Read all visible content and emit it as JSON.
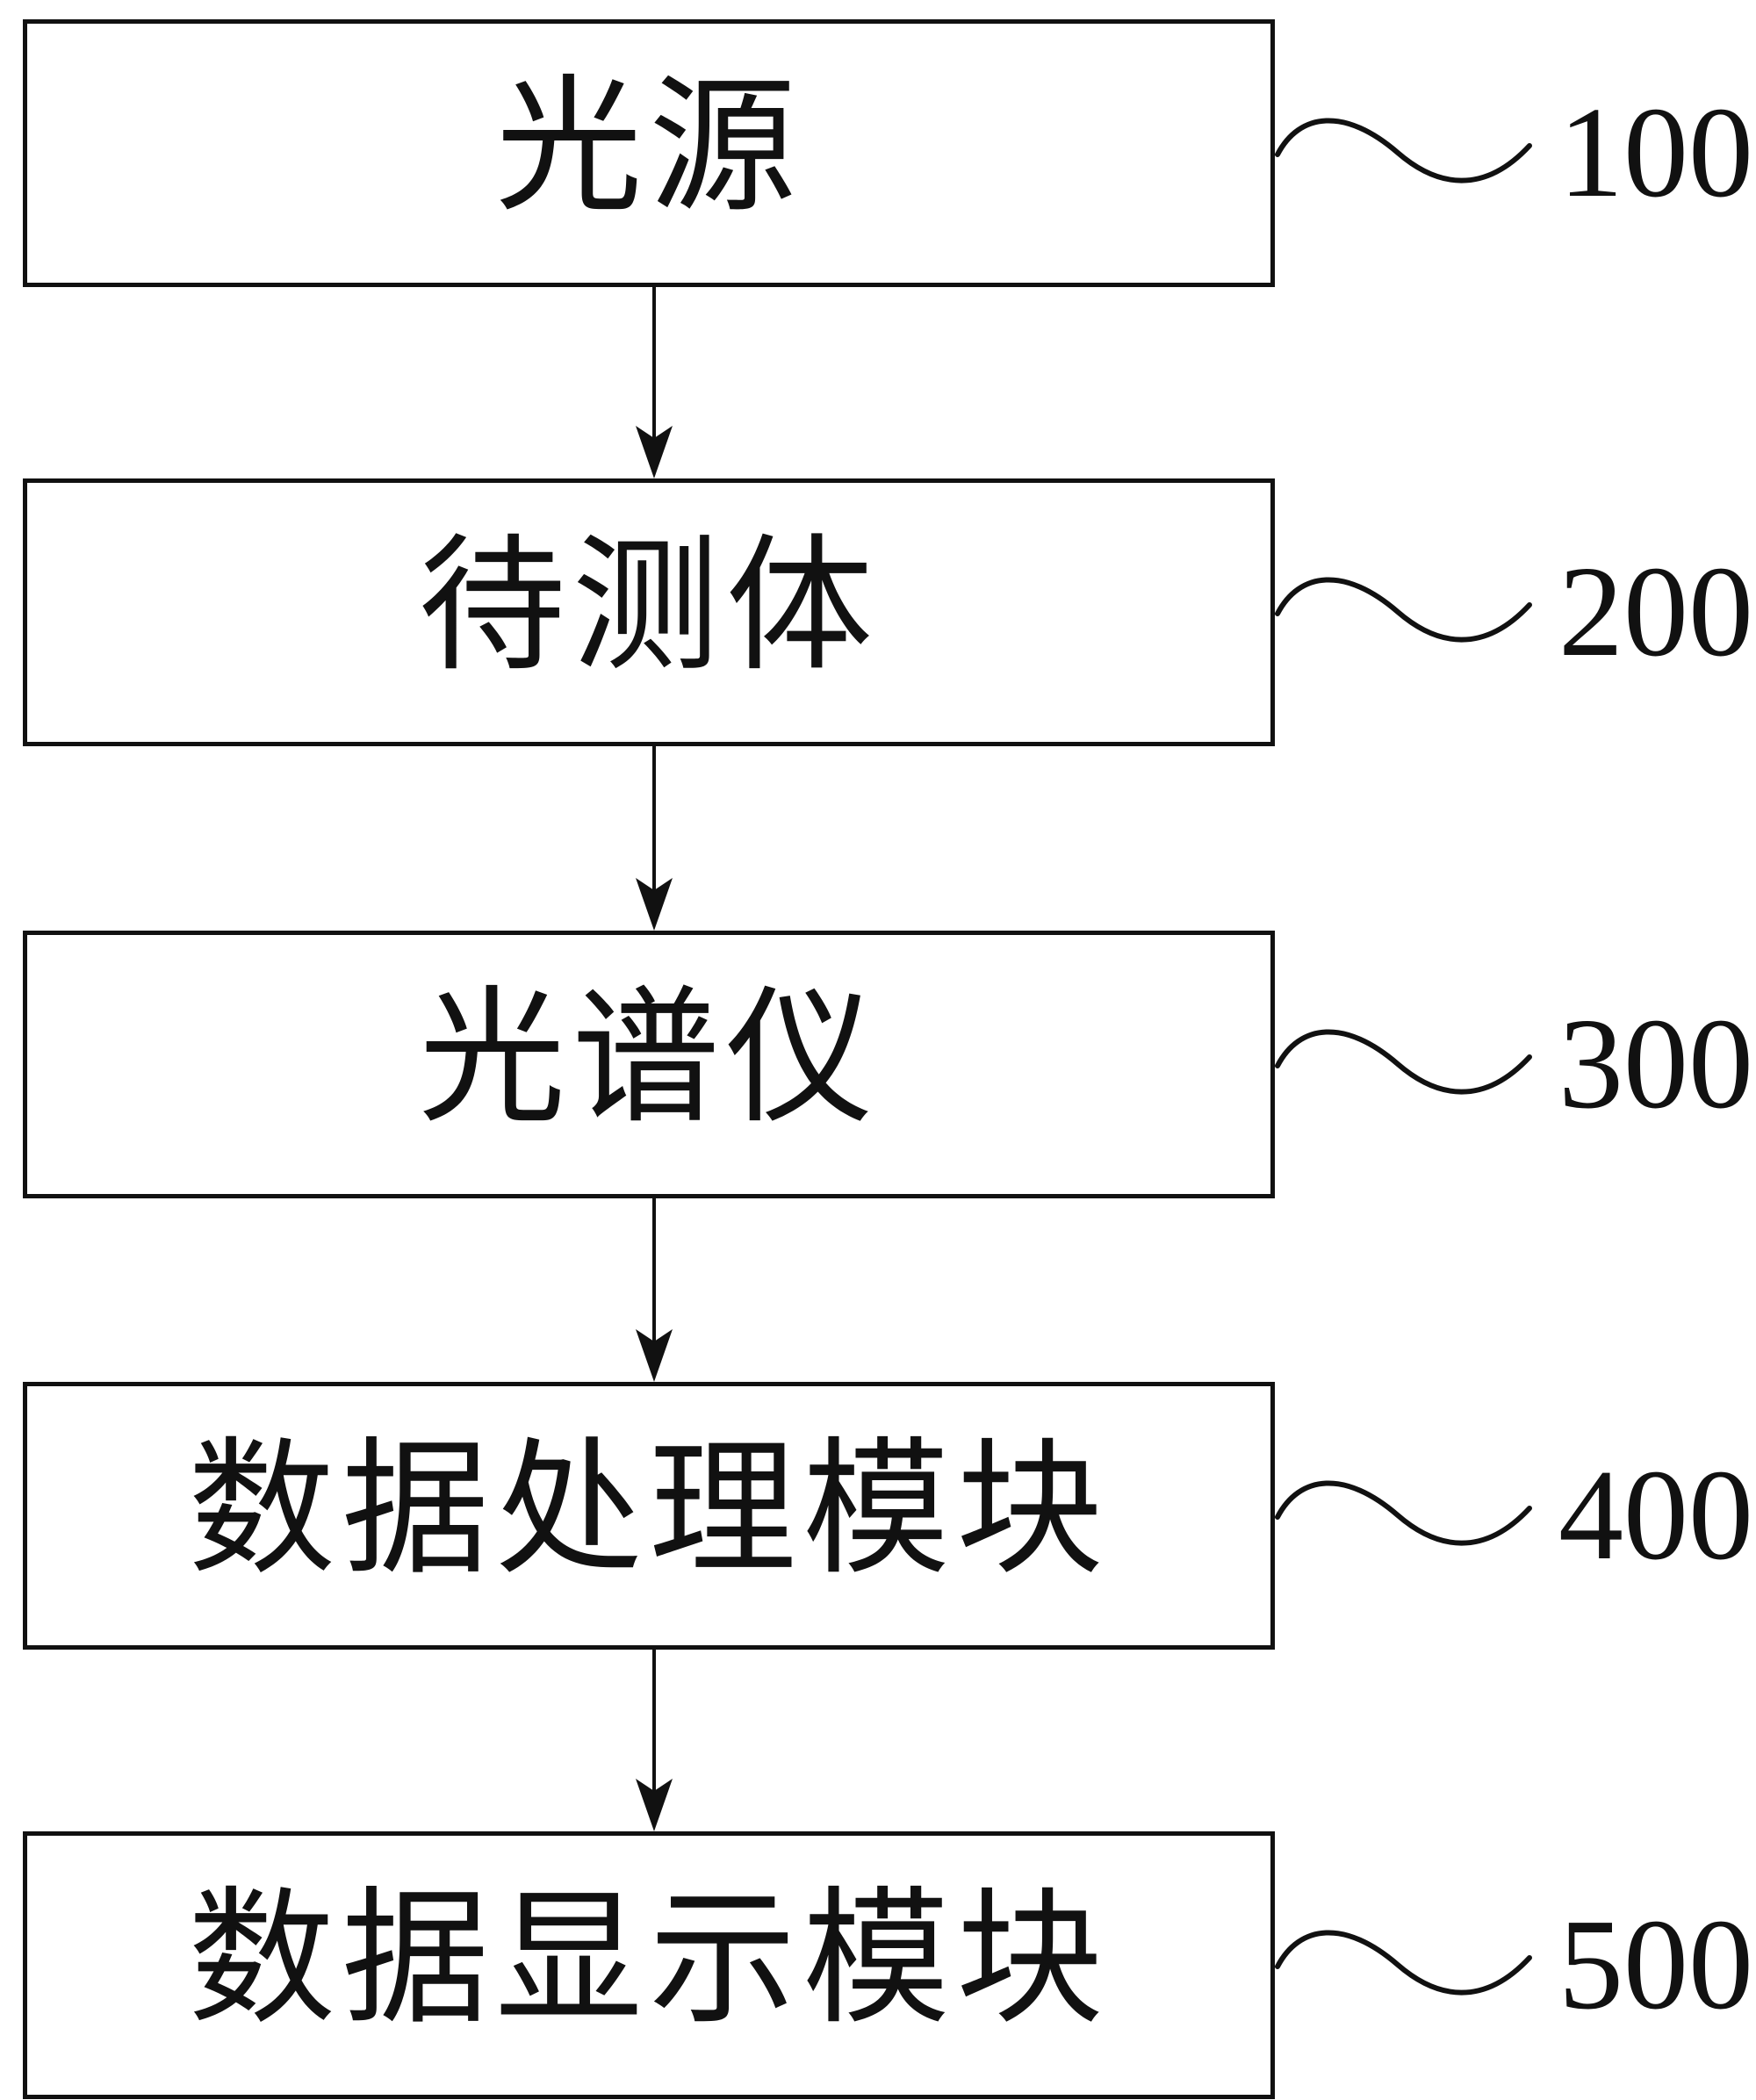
{
  "figure": {
    "type": "flowchart",
    "direction": "top-down",
    "colors": {
      "line": "#111111",
      "text": "#111111",
      "background": "#ffffff"
    },
    "nodes": [
      {
        "label": "光源",
        "ref": "100"
      },
      {
        "label": "待测体",
        "ref": "200"
      },
      {
        "label": "光谱仪",
        "ref": "300"
      },
      {
        "label": "数据处理模块",
        "ref": "400"
      },
      {
        "label": "数据显示模块",
        "ref": "500"
      }
    ],
    "edges": [
      {
        "from": 0,
        "to": 1
      },
      {
        "from": 1,
        "to": 2
      },
      {
        "from": 2,
        "to": 3
      },
      {
        "from": 3,
        "to": 4
      }
    ]
  }
}
